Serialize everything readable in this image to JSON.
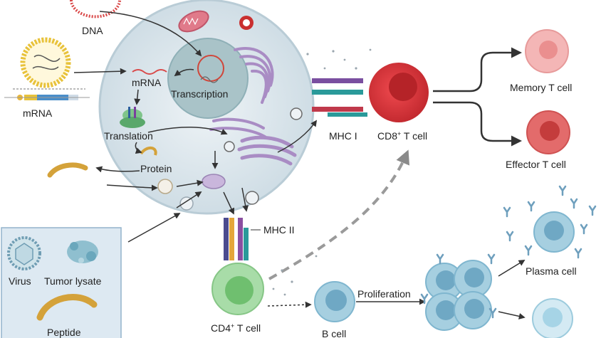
{
  "labels": {
    "dna": "DNA",
    "mrna_left": "mRNA",
    "mrna_cell": "mRNA",
    "transcription": "Transcription",
    "translation": "Translation",
    "protein": "Protein",
    "mhc1": "MHC I",
    "mhc2": "MHC II",
    "cd8_prefix": "CD8",
    "cd8_sup": "+",
    "cd8_suffix": " T cell",
    "cd4_prefix": "CD4",
    "cd4_sup": "+",
    "cd4_suffix": " T cell",
    "memory_t": "Memory T cell",
    "effector_t": "Effector T cell",
    "b_cell": "B cell",
    "proliferation": "Proliferation",
    "plasma_cell": "Plasma cell",
    "virus": "Virus",
    "tumor_lysate": "Tumor lysate",
    "peptide": "Peptide"
  },
  "colors": {
    "cell_fill": "#dbe6ec",
    "nucleus_fill": "#a9c3c8",
    "er_golgi": "#a98cc4",
    "lipid_ring": "#e8c23a",
    "cd8_red": "#d9363b",
    "memory_pink": "#f2a2a2",
    "effector_red": "#e36b6b",
    "cd4_green": "#9fd89f",
    "b_cell_blue": "#7fb6cf",
    "antigen_box": "#c9dceb",
    "antibody_blue": "#6e9fbd"
  }
}
